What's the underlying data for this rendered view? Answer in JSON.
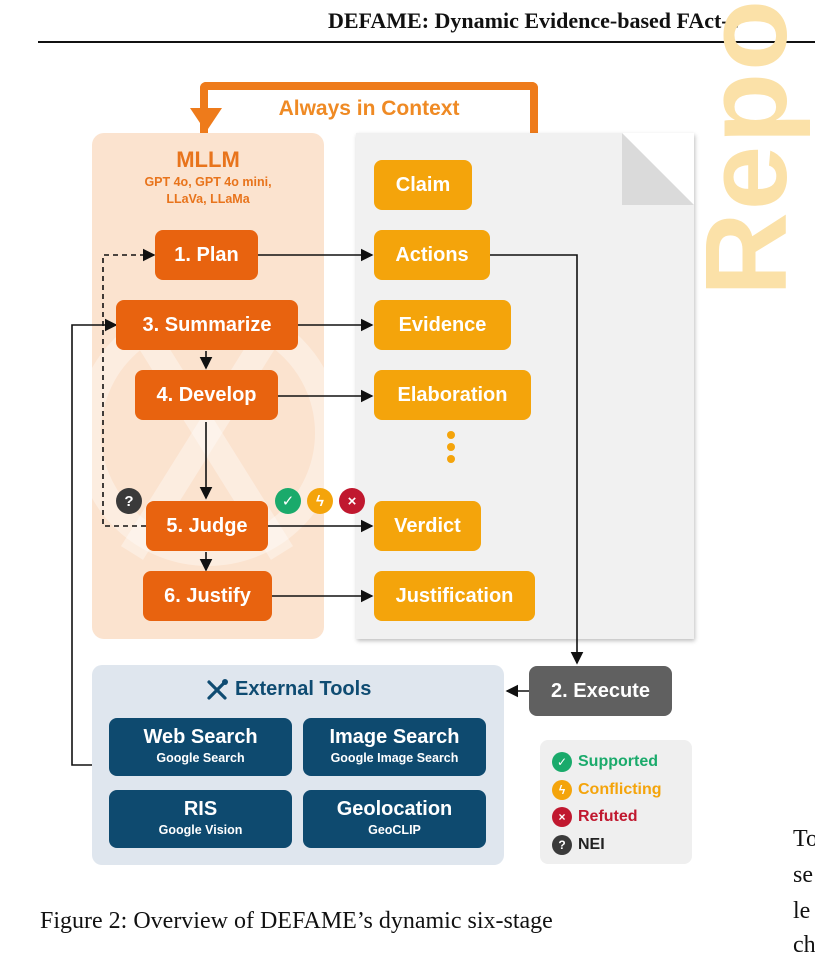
{
  "header": {
    "title": "DEFAME: Dynamic Evidence-based FAct-c"
  },
  "context": {
    "label": "Always in Context"
  },
  "mllm": {
    "title": "MLLM",
    "models_line1": "GPT 4o, GPT 4o mini,",
    "models_line2": "LLaVa, LLaMa"
  },
  "stages": [
    {
      "label": "1. Plan"
    },
    {
      "label": "3. Summarize"
    },
    {
      "label": "4. Develop"
    },
    {
      "label": "5. Judge"
    },
    {
      "label": "6. Justify"
    }
  ],
  "report": {
    "word": "Report",
    "items": [
      {
        "label": "Claim"
      },
      {
        "label": "Actions"
      },
      {
        "label": "Evidence"
      },
      {
        "label": "Elaboration"
      },
      {
        "label": "Verdict"
      },
      {
        "label": "Justification"
      }
    ]
  },
  "execute": {
    "label": "2. Execute"
  },
  "tools": {
    "title": "External Tools",
    "items": [
      {
        "name": "Web Search",
        "sub": "Google Search"
      },
      {
        "name": "Image Search",
        "sub": "Google Image Search"
      },
      {
        "name": "RIS",
        "sub": "Google Vision"
      },
      {
        "name": "Geolocation",
        "sub": "GeoCLIP"
      }
    ]
  },
  "legend": {
    "items": [
      {
        "label": "Supported",
        "color": "#1aaa6b",
        "icon": "check-icon"
      },
      {
        "label": "Conflicting",
        "color": "#f4a40b",
        "icon": "lightning-icon"
      },
      {
        "label": "Refuted",
        "color": "#c0182f",
        "icon": "cross-icon"
      },
      {
        "label": "NEI",
        "color": "#3a3a3a",
        "icon": "question-icon"
      }
    ]
  },
  "colors": {
    "stage": "#e8630f",
    "report_item": "#f4a40b",
    "tool": "#0e4a6f",
    "execute": "#606060"
  },
  "caption": {
    "text": "Figure 2:  Overview of DEFAME’s dynamic six-stage"
  },
  "side_fragments": [
    "To",
    "se",
    "le",
    "ch"
  ]
}
